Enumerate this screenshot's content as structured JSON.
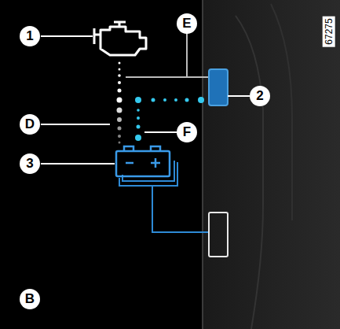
{
  "diagram": {
    "labels": [
      "67275",
      "1",
      "E",
      "2",
      "D",
      "F",
      "3",
      "B"
    ]
  }
}
